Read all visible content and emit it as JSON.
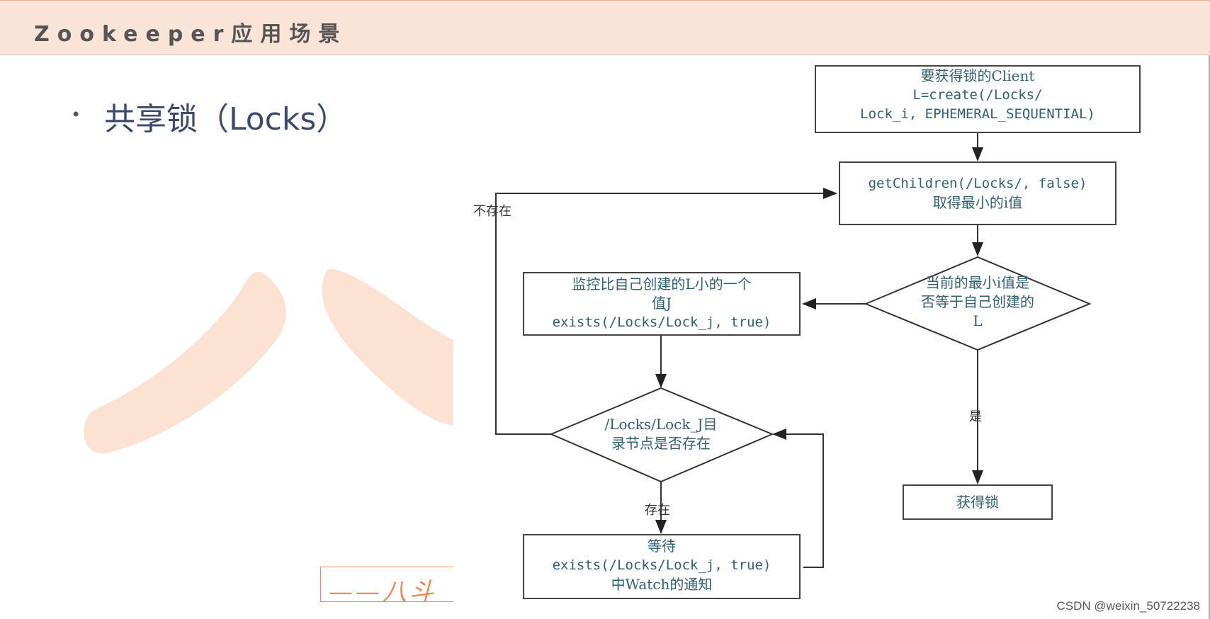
{
  "header": {
    "title": "Zookeeper应用场景"
  },
  "bullet": {
    "text": "共享锁（Locks）"
  },
  "footer": {
    "text": "——八斗"
  },
  "credit": "CSDN @weixin_50722238",
  "colors": {
    "header_bg": "#fae4d7",
    "accent": "#f08a50",
    "diagram_text": "#2f5f70"
  },
  "flowchart": {
    "start": {
      "line1": "要获得锁的Client",
      "line2": "L=create(/Locks/",
      "line3": "Lock_i, EPHEMERAL_SEQUENTIAL)"
    },
    "get_children": {
      "line1": "getChildren(/Locks/, false)",
      "line2": "取得最小的i值"
    },
    "decision_min": {
      "line1": "当前的最小i值是",
      "line2": "否等于自己创建的",
      "line3": "L"
    },
    "watch": {
      "line1": "监控比自己创建的L小的一个",
      "line2": "值J",
      "line3": "exists(/Locks/Lock_j, true)"
    },
    "decision_exists": {
      "line1": "/Locks/Lock_J目",
      "line2": "录节点是否存在"
    },
    "wait": {
      "line1": "等待",
      "line2": "exists(/Locks/Lock_j, true)",
      "line3": "中Watch的通知"
    },
    "acquired": {
      "label": "获得锁"
    },
    "labels": {
      "not_exist": "不存在",
      "yes": "是",
      "exists": "存在"
    }
  }
}
